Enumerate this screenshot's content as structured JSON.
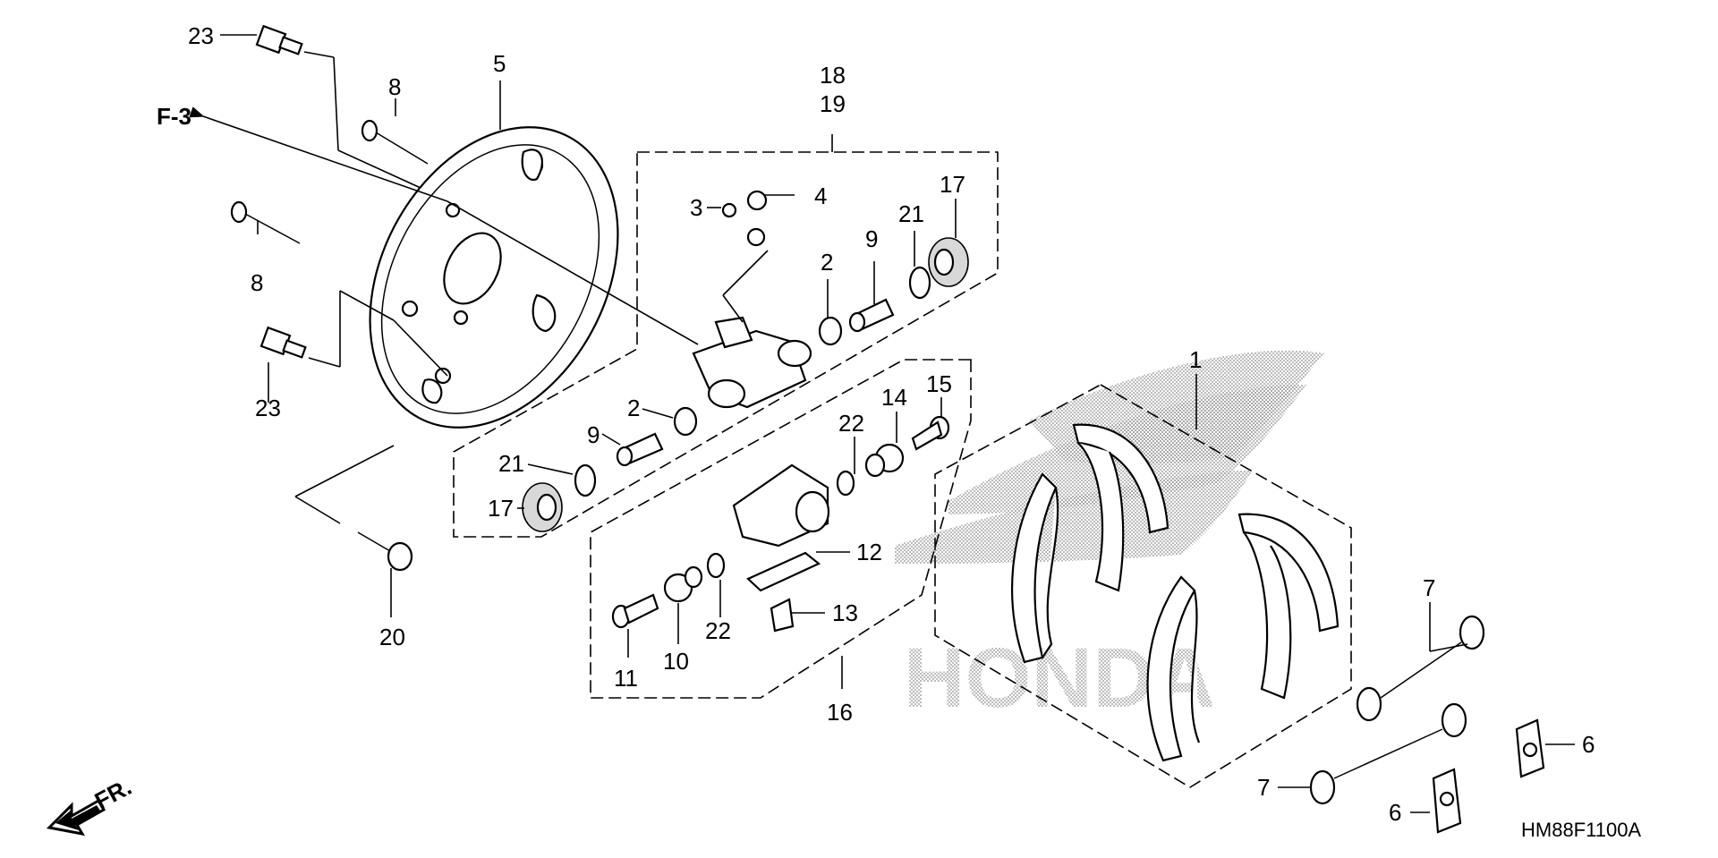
{
  "diagram": {
    "reference_code": "HM88F1100A",
    "page_ref": "F-3",
    "direction_label": "FR.",
    "watermark": "HONDA",
    "callouts": [
      {
        "id": "c23a",
        "text": "23"
      },
      {
        "id": "c5",
        "text": "5"
      },
      {
        "id": "c8a",
        "text": "8"
      },
      {
        "id": "c8b",
        "text": "8"
      },
      {
        "id": "c23b",
        "text": "23"
      },
      {
        "id": "c18",
        "text": "18"
      },
      {
        "id": "c19",
        "text": "19"
      },
      {
        "id": "c3",
        "text": "3"
      },
      {
        "id": "c4",
        "text": "4"
      },
      {
        "id": "c17a",
        "text": "17"
      },
      {
        "id": "c21a",
        "text": "21"
      },
      {
        "id": "c9a",
        "text": "9"
      },
      {
        "id": "c2a",
        "text": "2"
      },
      {
        "id": "c2b",
        "text": "2"
      },
      {
        "id": "c9b",
        "text": "9"
      },
      {
        "id": "c21b",
        "text": "21"
      },
      {
        "id": "c17b",
        "text": "17"
      },
      {
        "id": "c20",
        "text": "20"
      },
      {
        "id": "c22a",
        "text": "22"
      },
      {
        "id": "c14",
        "text": "14"
      },
      {
        "id": "c15",
        "text": "15"
      },
      {
        "id": "c12",
        "text": "12"
      },
      {
        "id": "c13",
        "text": "13"
      },
      {
        "id": "c22b",
        "text": "22"
      },
      {
        "id": "c11",
        "text": "11"
      },
      {
        "id": "c10",
        "text": "10"
      },
      {
        "id": "c16",
        "text": "16"
      },
      {
        "id": "c1",
        "text": "1"
      },
      {
        "id": "c7a",
        "text": "7"
      },
      {
        "id": "c7b",
        "text": "7"
      },
      {
        "id": "c6a",
        "text": "6"
      },
      {
        "id": "c6b",
        "text": "6"
      }
    ]
  }
}
